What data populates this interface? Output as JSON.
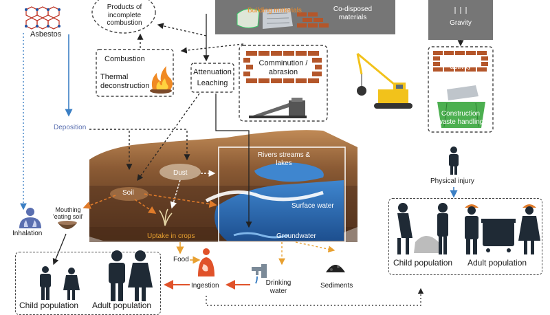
{
  "labels": {
    "asbestos": "Asbestos",
    "products_incomplete": "Products of incomplete combustion",
    "building_materials": "Building materials",
    "co_disposed": "Co-disposed materials",
    "gravity": "Gravity",
    "combustion": "Combustion",
    "thermal": "Thermal deconstruction",
    "attenuation": "Attenuation",
    "leaching": "Leaching",
    "comminution": "Comminution / abrasion",
    "demolition": "Demolition activity",
    "construction_waste": "Construction waste handling",
    "deposition": "Deposition",
    "rivers": "Rivers streams & lakes",
    "dust": "Dust",
    "soil": "Soil",
    "surface_water": "Surface water",
    "uptake": "Uptake in crops",
    "groundwater": "Groundwater",
    "physical_injury": "Physical injury",
    "mouthing": "Mouthing 'eating soil'",
    "inhalation": "Inhalation",
    "food": "Food",
    "ingestion": "Ingestion",
    "drinking_water": "Drinking water",
    "sediments": "Sediments",
    "child_pop_left": "Child population",
    "adult_pop_left": "Adult population",
    "child_pop_right": "Child population",
    "adult_pop_right": "Adult population"
  },
  "colors": {
    "dashed_border": "#444444",
    "grey_box": "#767676",
    "brick": "#b4562a",
    "soil_top": "#b07a4a",
    "soil_dark": "#5a3720",
    "water": "#2b6fb6",
    "flow_orange": "#e07b2a",
    "flow_blue": "#3b7fc4",
    "person": "#1f2a35",
    "crane_yellow": "#f2c21b",
    "skip_green": "#4caf50",
    "food_orange": "#e8a030",
    "ingestion_red": "#e0522a"
  },
  "icons": [
    "asbestos-molecule-icon",
    "fire-icon",
    "brick-wall-icon",
    "crane-icon",
    "skip-bin-icon",
    "person-icon",
    "lungs-icon",
    "bowl-icon",
    "tap-icon",
    "plant-icon",
    "organ-icon",
    "sediment-pile-icon",
    "dumpster-icon",
    "wrecking-ball-icon"
  ]
}
